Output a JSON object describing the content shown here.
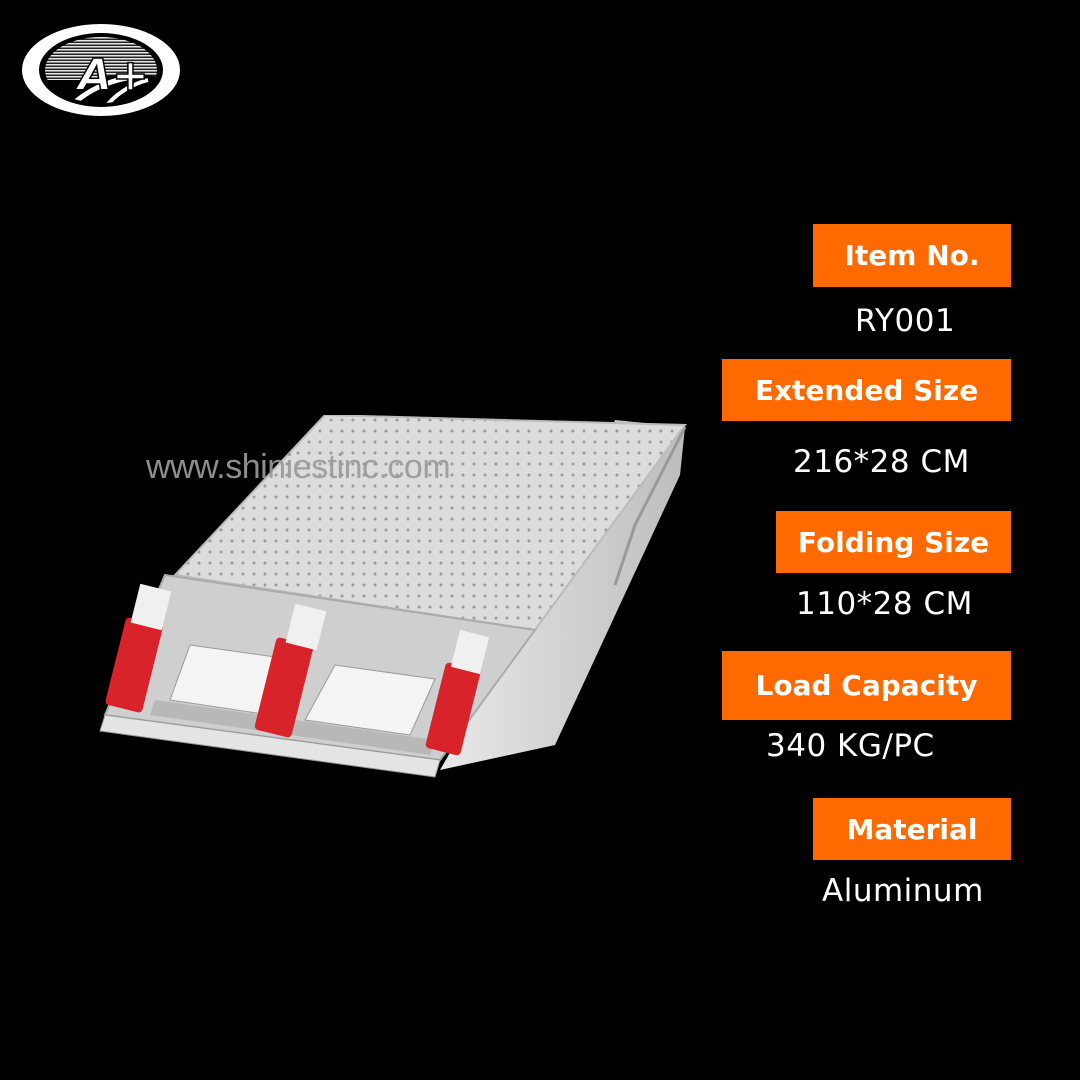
{
  "brand": {
    "logo_text": "A+",
    "logo_icon": "a-plus-road-oval-logo",
    "watermark": "www.shiniestinc.com"
  },
  "product": {
    "image": "folding-aluminum-ramp",
    "colors": {
      "body": "#d9d9d9",
      "reflectors": "#d8232a"
    }
  },
  "specs": [
    {
      "label": "Item No.",
      "value": "RY001"
    },
    {
      "label": "Extended Size",
      "value": "216*28 CM"
    },
    {
      "label": "Folding Size",
      "value": "110*28 CM"
    },
    {
      "label": "Load Capacity",
      "value": "340 KG/PC"
    },
    {
      "label": "Material",
      "value": "Aluminum"
    }
  ],
  "theme": {
    "background": "#000000",
    "accent": "#ff6a00",
    "text": "#ffffff"
  }
}
